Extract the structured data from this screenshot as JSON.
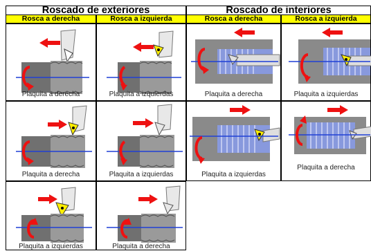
{
  "groups": [
    {
      "title": "Roscado de exteriores"
    },
    {
      "title": "Roscado de interiores"
    }
  ],
  "subheaders": [
    "Rosca a derecha",
    "Rosca a izquierda",
    "Rosca a derecha",
    "Rosca a izquierda"
  ],
  "cells": [
    {
      "caption": "Plaquita a derecha"
    },
    {
      "caption": "Plaquita a izquierdas"
    },
    {
      "caption": "Plaquita a derecha"
    },
    {
      "caption": "Plaquita a izquierdas"
    },
    {
      "caption": "Plaquita a derecha"
    },
    {
      "caption": "Plaquita a izquierdas"
    },
    {
      "caption": "Plaquita a izquierdas"
    },
    {
      "caption": "Plaquita a derecha"
    },
    {
      "caption": "Plaquita a izquierdas"
    },
    {
      "caption": "Plaquita a derecha"
    }
  ],
  "colors": {
    "header_highlight": "#ffff00",
    "arrow": "#ee1111",
    "insert": "#ffee00",
    "axis": "#1f3fd6",
    "workpiece": "#8a8a8a",
    "thread_inner": "#8899dd"
  },
  "icons": [
    "arrow-icon",
    "rotation-arrow-icon",
    "insert-icon",
    "workpiece-icon",
    "tool-holder-icon"
  ]
}
